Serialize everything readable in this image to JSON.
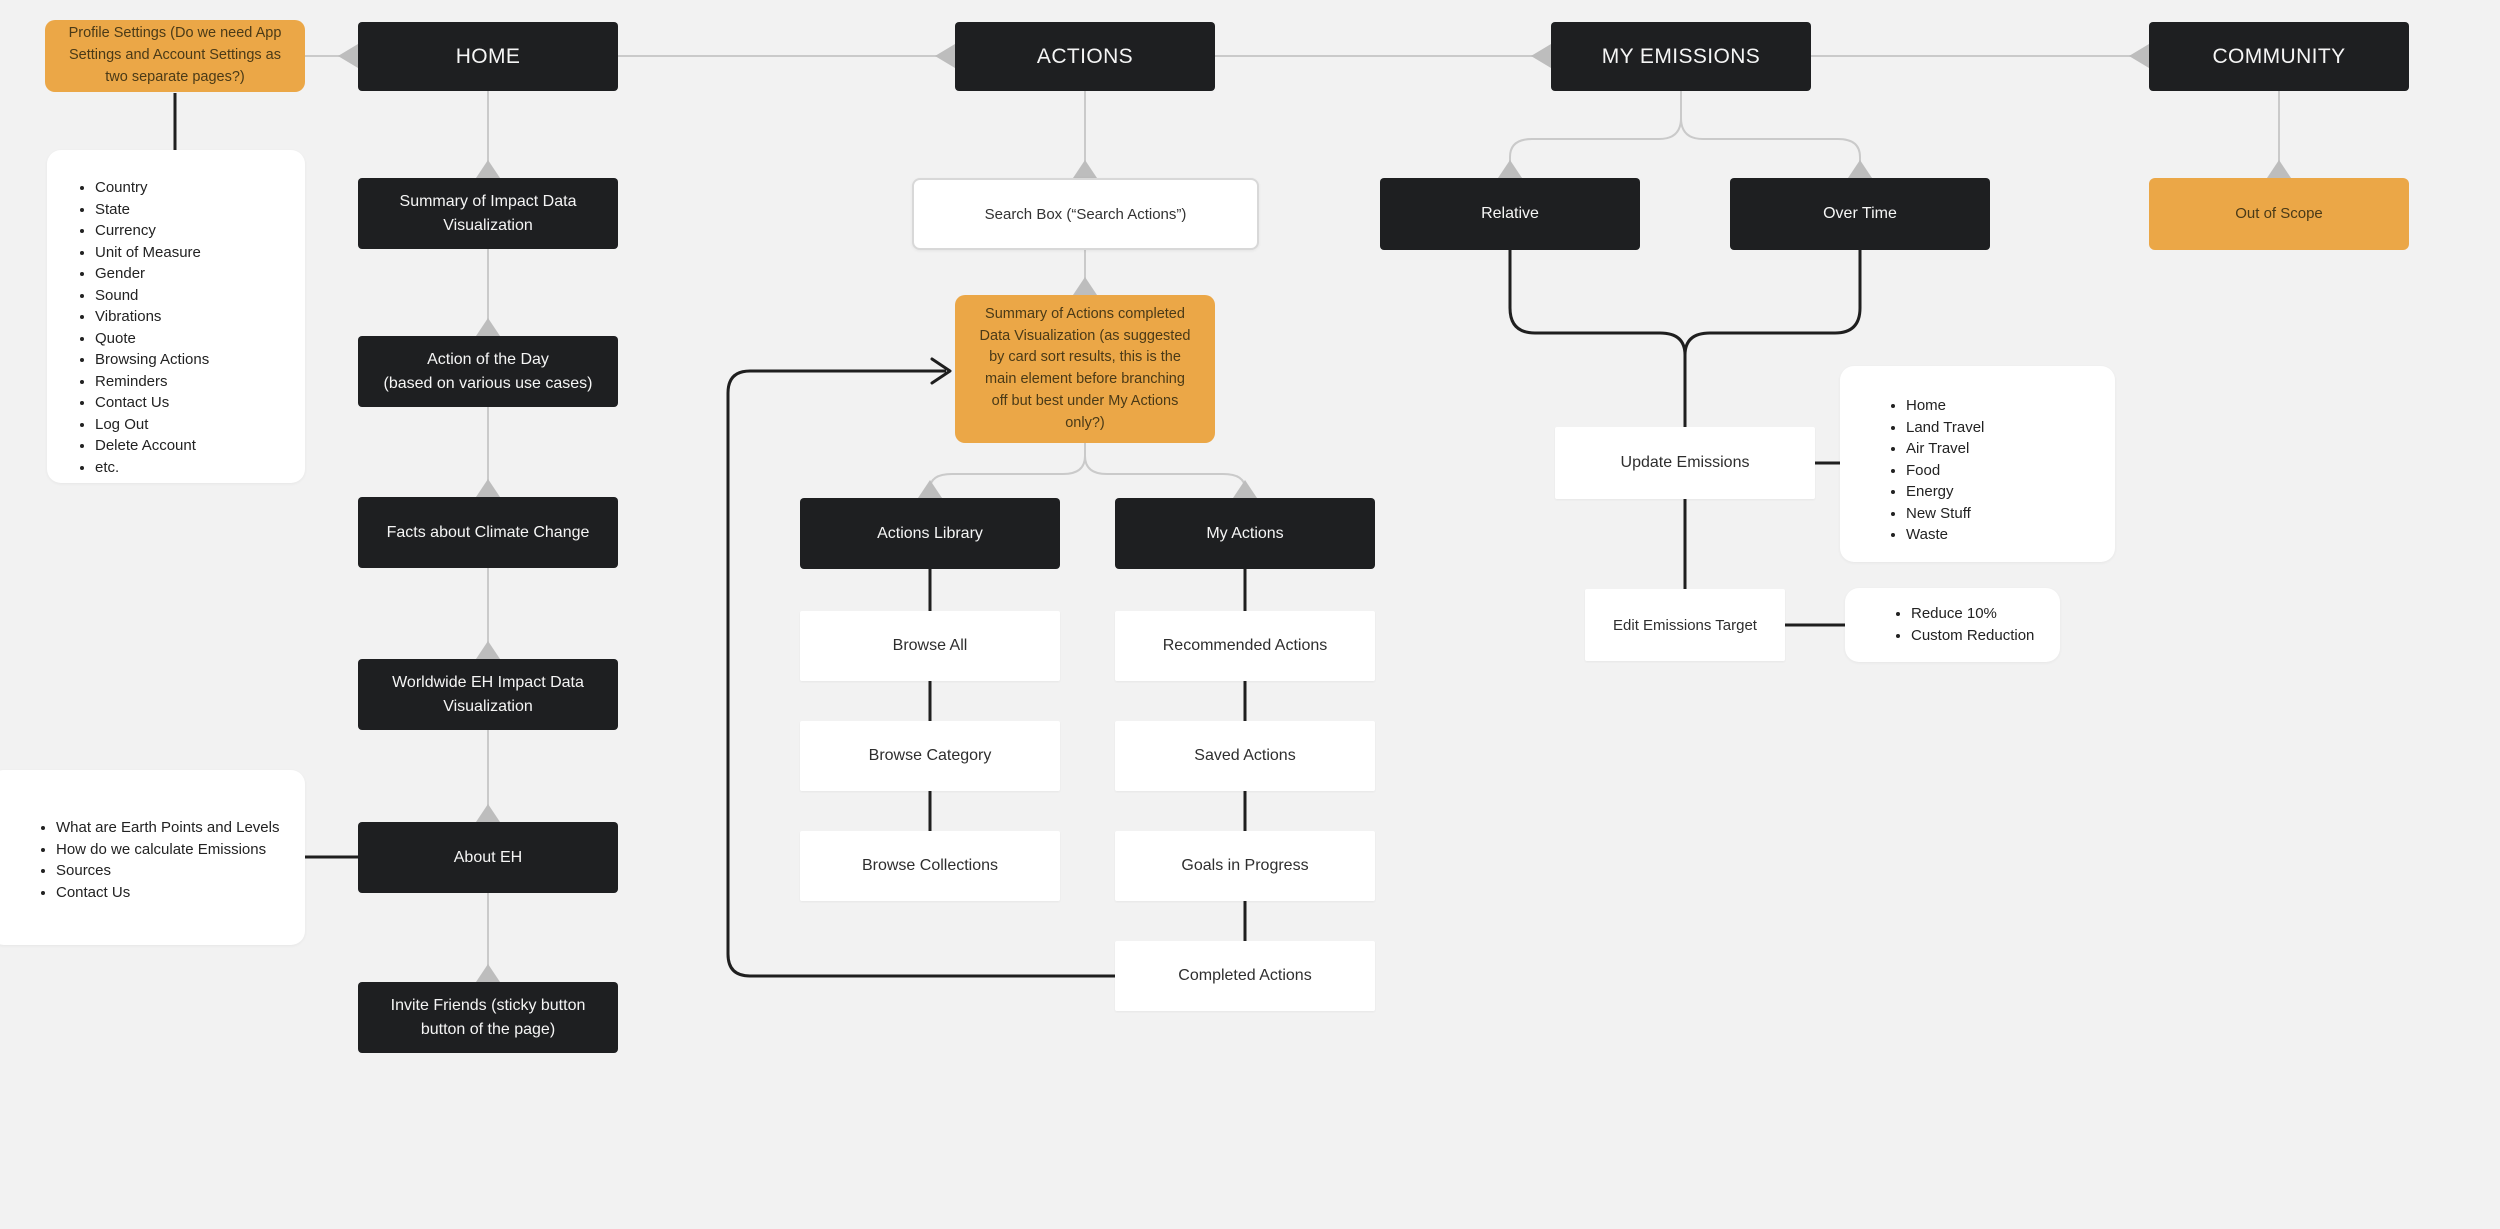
{
  "colors": {
    "node_dark": "#1e1f21",
    "node_dark_text": "#f5f5f5",
    "sticky_orange": "#eba747",
    "sticky_text": "#4a3a17",
    "card_white": "#ffffff",
    "text_dark": "#2e2e2e",
    "connector_gray": "#cacaca",
    "arrow_gray": "#bdbdbd",
    "connector_black": "#1f1f1f",
    "canvas_bg": "#f2f2f2"
  },
  "nodes": {
    "profile_note": {
      "label": "Profile Settings (Do we need App\nSettings and Account Settings as\ntwo separate pages?)"
    },
    "home": {
      "label": "HOME"
    },
    "actions": {
      "label": "ACTIONS"
    },
    "my_emissions": {
      "label": "MY EMISSIONS"
    },
    "community": {
      "label": "COMMUNITY"
    },
    "profile_list": {
      "items": [
        "Country",
        "State",
        "Currency",
        "Unit of Measure",
        "Gender",
        "Sound",
        "Vibrations",
        "Quote",
        "Browsing Actions",
        "Reminders",
        "Contact Us",
        "Log Out",
        "Delete Account",
        "etc."
      ]
    },
    "summary_impact": {
      "label": "Summary of Impact Data\nVisualization"
    },
    "action_of_day": {
      "label": "Action of the Day\n(based on various use cases)"
    },
    "facts": {
      "label": "Facts about Climate Change"
    },
    "worldwide": {
      "label": "Worldwide EH Impact Data\nVisualization"
    },
    "about_eh": {
      "label": "About EH"
    },
    "about_list": {
      "items": [
        "What are Earth Points and Levels",
        "How do we calculate Emissions",
        "Sources",
        "Contact Us"
      ]
    },
    "invite": {
      "label": "Invite Friends (sticky button\nbutton of the page)"
    },
    "search_box": {
      "label": "Search Box (“Search Actions”)"
    },
    "actions_note": {
      "label": "Summary of Actions completed\nData Visualization (as suggested\nby card sort results, this is the\nmain element before branching\noff but best under My Actions\nonly?)"
    },
    "actions_library": {
      "label": "Actions Library"
    },
    "my_actions": {
      "label": "My Actions"
    },
    "browse_all": {
      "label": "Browse All"
    },
    "browse_category": {
      "label": "Browse Category"
    },
    "browse_collections": {
      "label": "Browse Collections"
    },
    "recommended": {
      "label": "Recommended Actions"
    },
    "saved": {
      "label": "Saved Actions"
    },
    "goals": {
      "label": "Goals in Progress"
    },
    "completed": {
      "label": "Completed Actions"
    },
    "relative": {
      "label": "Relative"
    },
    "over_time": {
      "label": "Over Time"
    },
    "update_emissions": {
      "label": "Update Emissions"
    },
    "emissions_list": {
      "items": [
        "Home",
        "Land Travel",
        "Air Travel",
        "Food",
        "Energy",
        "New Stuff",
        "Waste"
      ]
    },
    "edit_target": {
      "label": "Edit Emissions Target"
    },
    "target_list": {
      "items": [
        "Reduce 10%",
        "Custom Reduction"
      ]
    },
    "out_of_scope": {
      "label": "Out of Scope"
    }
  }
}
